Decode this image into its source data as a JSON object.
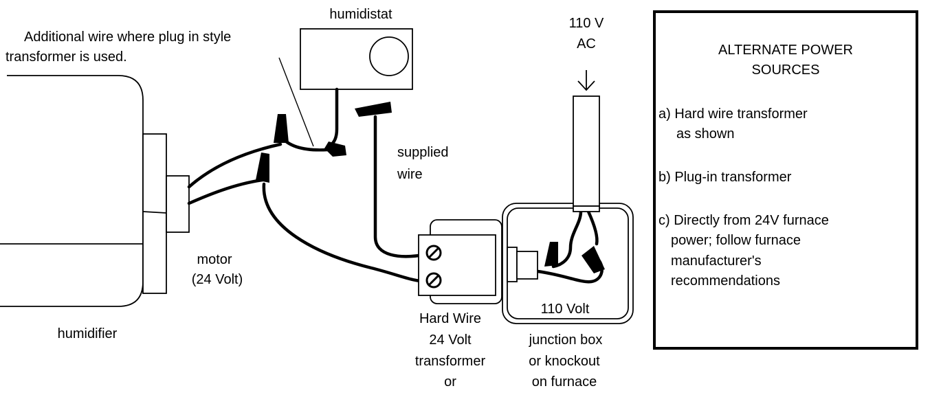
{
  "labels": {
    "humidistat": "humidistat",
    "note_line1": "Additional wire where plug in style",
    "note_line2": "transformer is used.",
    "supplied_line1": "supplied",
    "supplied_line2": "wire",
    "motor_line1": "motor",
    "motor_line2": "(24 Volt)",
    "humidifier": "humidifier",
    "ac_line1": "110 V",
    "ac_line2": "AC",
    "box_voltage": "110 Volt",
    "transformer_line1": "Hard Wire",
    "transformer_line2": "24 Volt",
    "transformer_line3": "transformer",
    "transformer_line4": "or",
    "junction_line1": "junction box",
    "junction_line2": "or knockout",
    "junction_line3": "on furnace"
  },
  "alternate": {
    "title_line1": "ALTERNATE POWER",
    "title_line2": "SOURCES",
    "a_line1": "a) Hard wire transformer",
    "a_line2": "as shown",
    "b_line1": "b) Plug-in transformer",
    "c_line1": "c) Directly from 24V furnace",
    "c_line2": "power; follow furnace",
    "c_line3": "manufacturer's",
    "c_line4": "recommendations"
  }
}
